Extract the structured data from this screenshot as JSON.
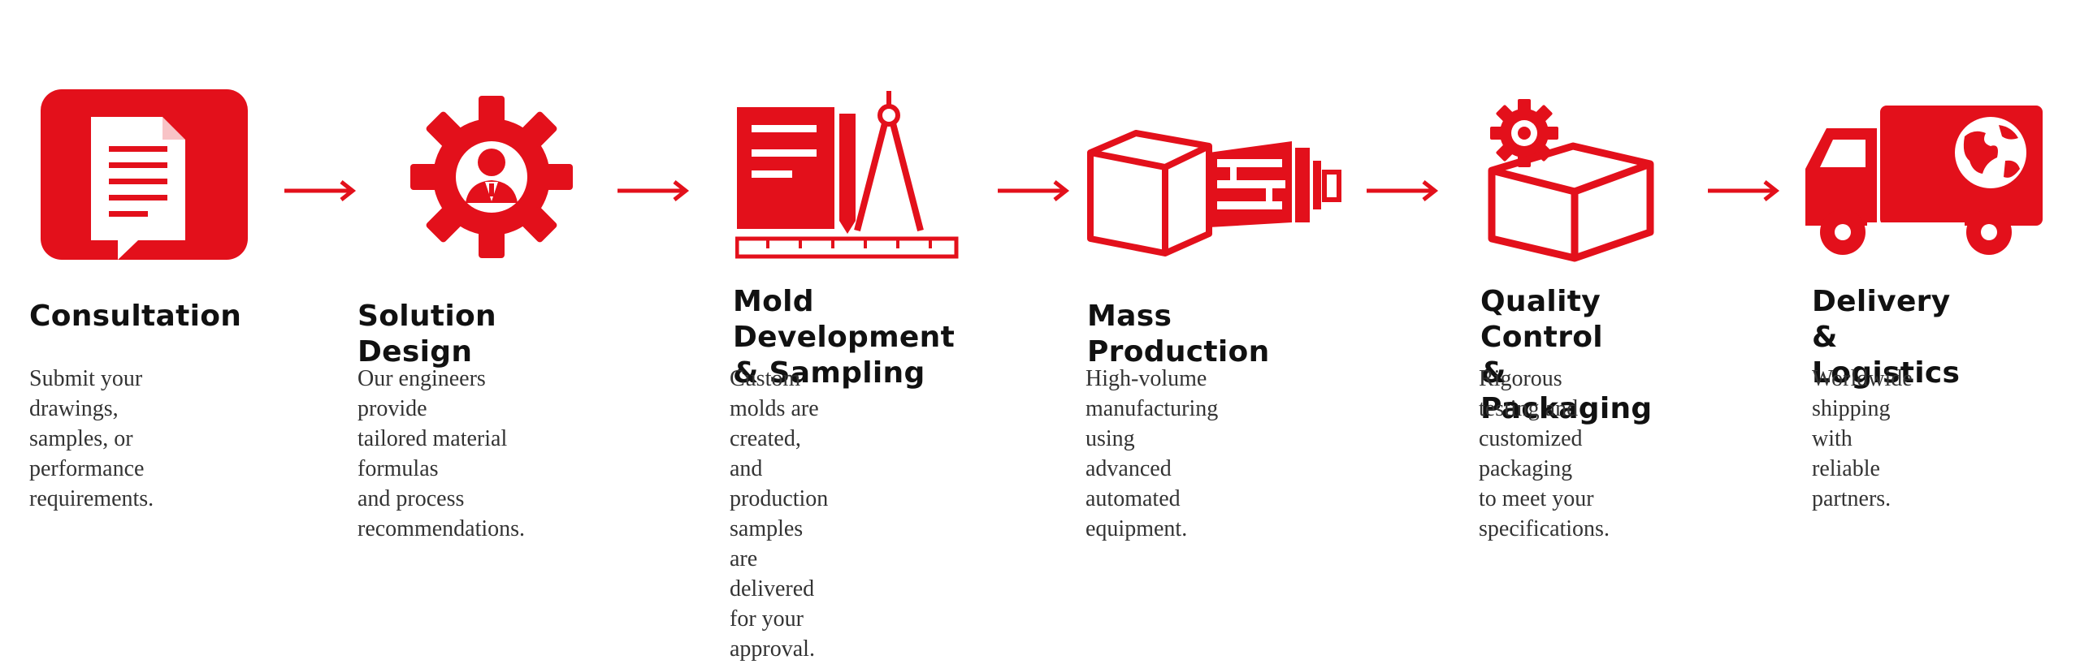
{
  "colors": {
    "accent": "#e3101b",
    "title": "#111111",
    "text": "#333333"
  },
  "steps": [
    {
      "icon": "document-icon",
      "title": "Consultation",
      "description": "Submit your drawings,\nsamples, or performance\nrequirements."
    },
    {
      "icon": "gear-engineer-icon",
      "title": "Solution Design",
      "description": "Our engineers provide\ntailored material formulas\nand process recommendations."
    },
    {
      "icon": "blueprint-compass-icon",
      "title": "Mold Development\n& Sampling",
      "description": "Custom molds are created,\nand production samples\nare delivered for your\napproval."
    },
    {
      "icon": "production-machine-icon",
      "title": "Mass Production",
      "description": "High-volume manufacturing\nusing advanced automated\nequipment."
    },
    {
      "icon": "box-gear-icon",
      "title": "Quality Control\n& Packaging",
      "description": "Rigorous testing and\ncustomized packaging\nto meet your specifications."
    },
    {
      "icon": "delivery-truck-icon",
      "title": "Delivery\n& Logistics",
      "description": "Worldwide shipping\nwith reliable partners."
    }
  ]
}
